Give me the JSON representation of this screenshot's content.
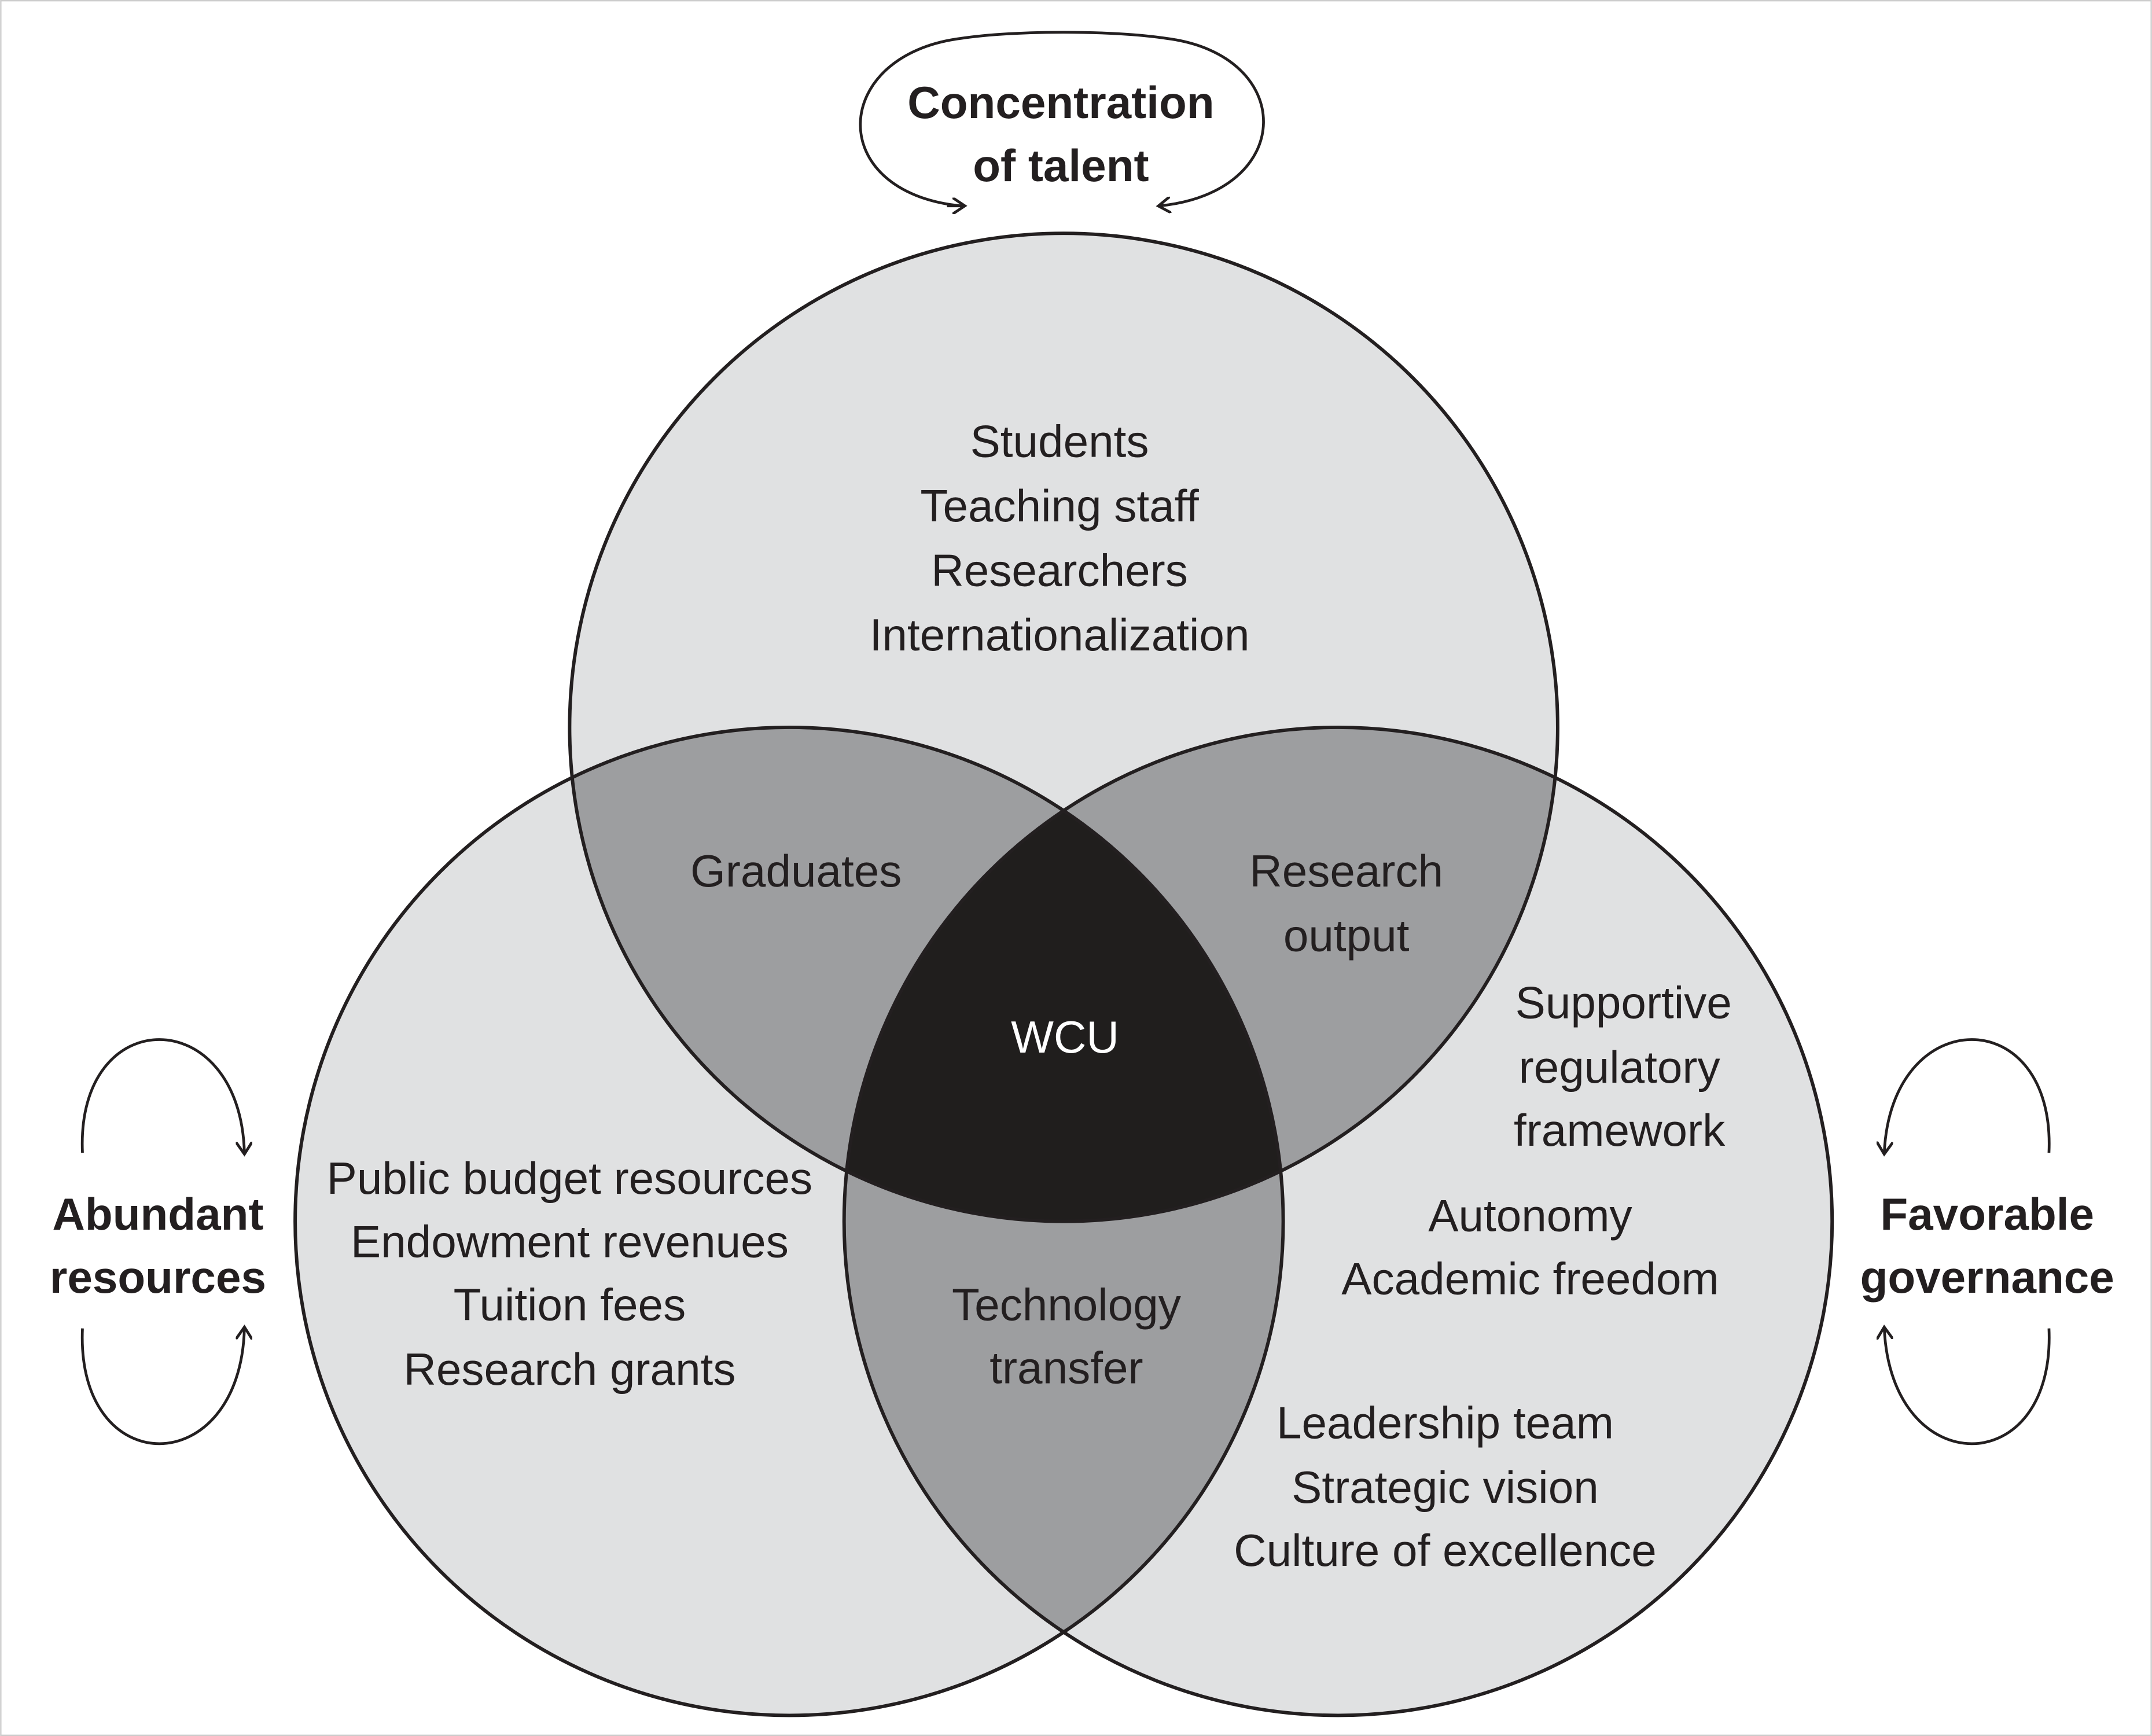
{
  "colors": {
    "outer": "#e0e1e2",
    "pair": "#9d9ea0",
    "core": "#201e1d",
    "stroke": "#231f20"
  },
  "labels": {
    "talent": [
      "Concentration",
      "of talent"
    ],
    "resources": [
      "Abundant",
      "resources"
    ],
    "governance": [
      "Favorable",
      "governance"
    ]
  },
  "regions": {
    "talent_only": [
      "Students",
      "Teaching staff",
      "Researchers",
      "Internationalization"
    ],
    "resources_only": [
      "Public budget resources",
      "Endowment revenues",
      "Tuition fees",
      "Research grants"
    ],
    "governance_a": [
      "Supportive",
      "regulatory",
      "framework"
    ],
    "governance_b": [
      "Autonomy",
      "Academic freedom"
    ],
    "governance_c": [
      "Leadership team",
      "Strategic vision",
      "Culture of excellence"
    ],
    "talent_resources": "Graduates",
    "talent_governance": [
      "Research",
      "output"
    ],
    "resources_governance": [
      "Technology",
      "transfer"
    ],
    "center": "WCU"
  }
}
